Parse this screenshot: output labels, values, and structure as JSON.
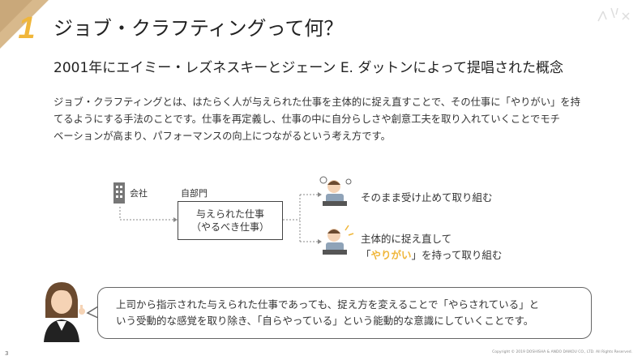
{
  "header": {
    "section_number": "1",
    "title": "ジョブ・クラフティングって何？",
    "subtitle": "2001年にエイミー・レズネスキーとジェーン E. ダットンによって提唱された概念"
  },
  "body": {
    "lines": [
      "ジョブ・クラフティングとは、はたらく人が与えられた仕事を主体的に捉え直すことで、その仕事に「やりがい」を持",
      "てるようにする手法のことです。仕事を再定義し、仕事の中に自分らしさや創意工夫を取り入れていくことでモチ",
      "ベーションが高まり、パフォーマンスの向上につながるという考え方です。"
    ]
  },
  "diagram": {
    "company_label": "会社",
    "department_label": "自部門",
    "task_line1": "与えられた仕事",
    "task_line2": "（やるべき仕事）",
    "outcome_top": "そのまま受け止めて取り組む",
    "outcome_bottom_line1": "主体的に捉え直して",
    "outcome_bottom_pre": "「",
    "outcome_bottom_highlight": "やりがい",
    "outcome_bottom_post": "」を持って取り組む"
  },
  "speech": {
    "line1": "上司から指示された与えられた仕事であっても、捉え方を変えることで「やらされている」と",
    "line2": "いう受動的な感覚を取り除き、「自らやっている」という能動的な意識にしていくことです。"
  },
  "footer": {
    "page_number": "3",
    "copyright": "Copyright © 2019 DOSHISHA & ANDO DAIKOU CO., LTD. All Rights Reserved."
  },
  "colors": {
    "accent": "#f0b63a",
    "corner": "#c9a87a"
  }
}
